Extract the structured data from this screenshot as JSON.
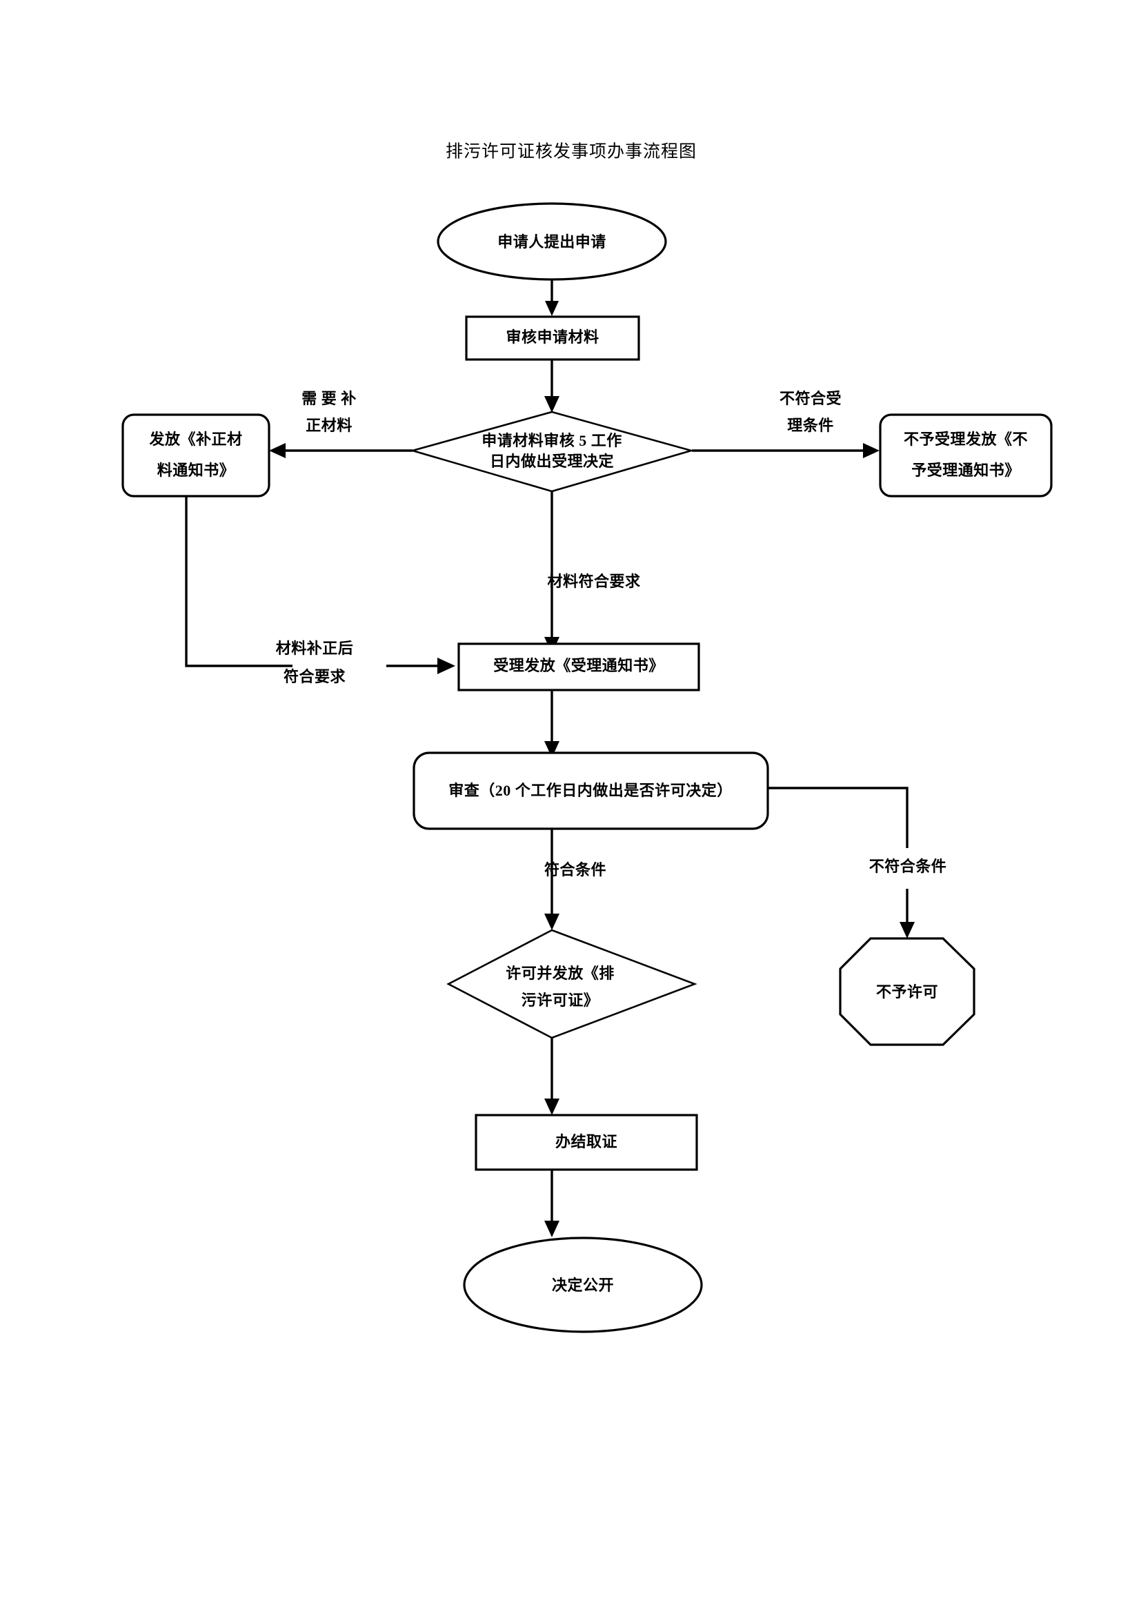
{
  "document": {
    "title": "排污许可证核发事项办事流程图"
  },
  "colors": {
    "stroke": "#000000",
    "fill": "#ffffff",
    "text": "#000000"
  },
  "nodes": {
    "start": {
      "label": "申请人提出申请",
      "shape": "ellipse"
    },
    "review_materials": {
      "label": "审核申请材料",
      "shape": "rectangle"
    },
    "decision_accept": {
      "label_line1": "申请材料审核 5 工作",
      "label_line2": "日内做出受理决定",
      "shape": "diamond"
    },
    "issue_correction_notice": {
      "label_line1": "发放《补正材",
      "label_line2": "料通知书》",
      "shape": "rounded-rectangle"
    },
    "reject_acceptance": {
      "label_line1": "不予受理发放《不",
      "label_line2": "予受理通知书》",
      "shape": "rounded-rectangle"
    },
    "accept_issue_notice": {
      "label": "受理发放《受理通知书》",
      "shape": "rectangle"
    },
    "examination": {
      "label": "审查（20 个工作日内做出是否许可决定）",
      "shape": "rounded-rectangle"
    },
    "grant_permit": {
      "label_line1": "许可并发放《排",
      "label_line2": "污许可证》",
      "shape": "diamond"
    },
    "no_permit": {
      "label": "不予许可",
      "shape": "octagon"
    },
    "complete_collect": {
      "label": "办结取证",
      "shape": "rectangle"
    },
    "publish_decision": {
      "label": "决定公开",
      "shape": "ellipse"
    }
  },
  "edge_labels": {
    "need_correction_line1": "需 要 补",
    "need_correction_line2": "正材料",
    "not_meet_acceptance_line1": "不符合受",
    "not_meet_acceptance_line2": "理条件",
    "materials_meet_requirements": "材料符合要求",
    "after_correction_line1": "材料补正后",
    "after_correction_line2": "符合要求",
    "meets_conditions": "符合条件",
    "not_meets_conditions": "不符合条件"
  }
}
